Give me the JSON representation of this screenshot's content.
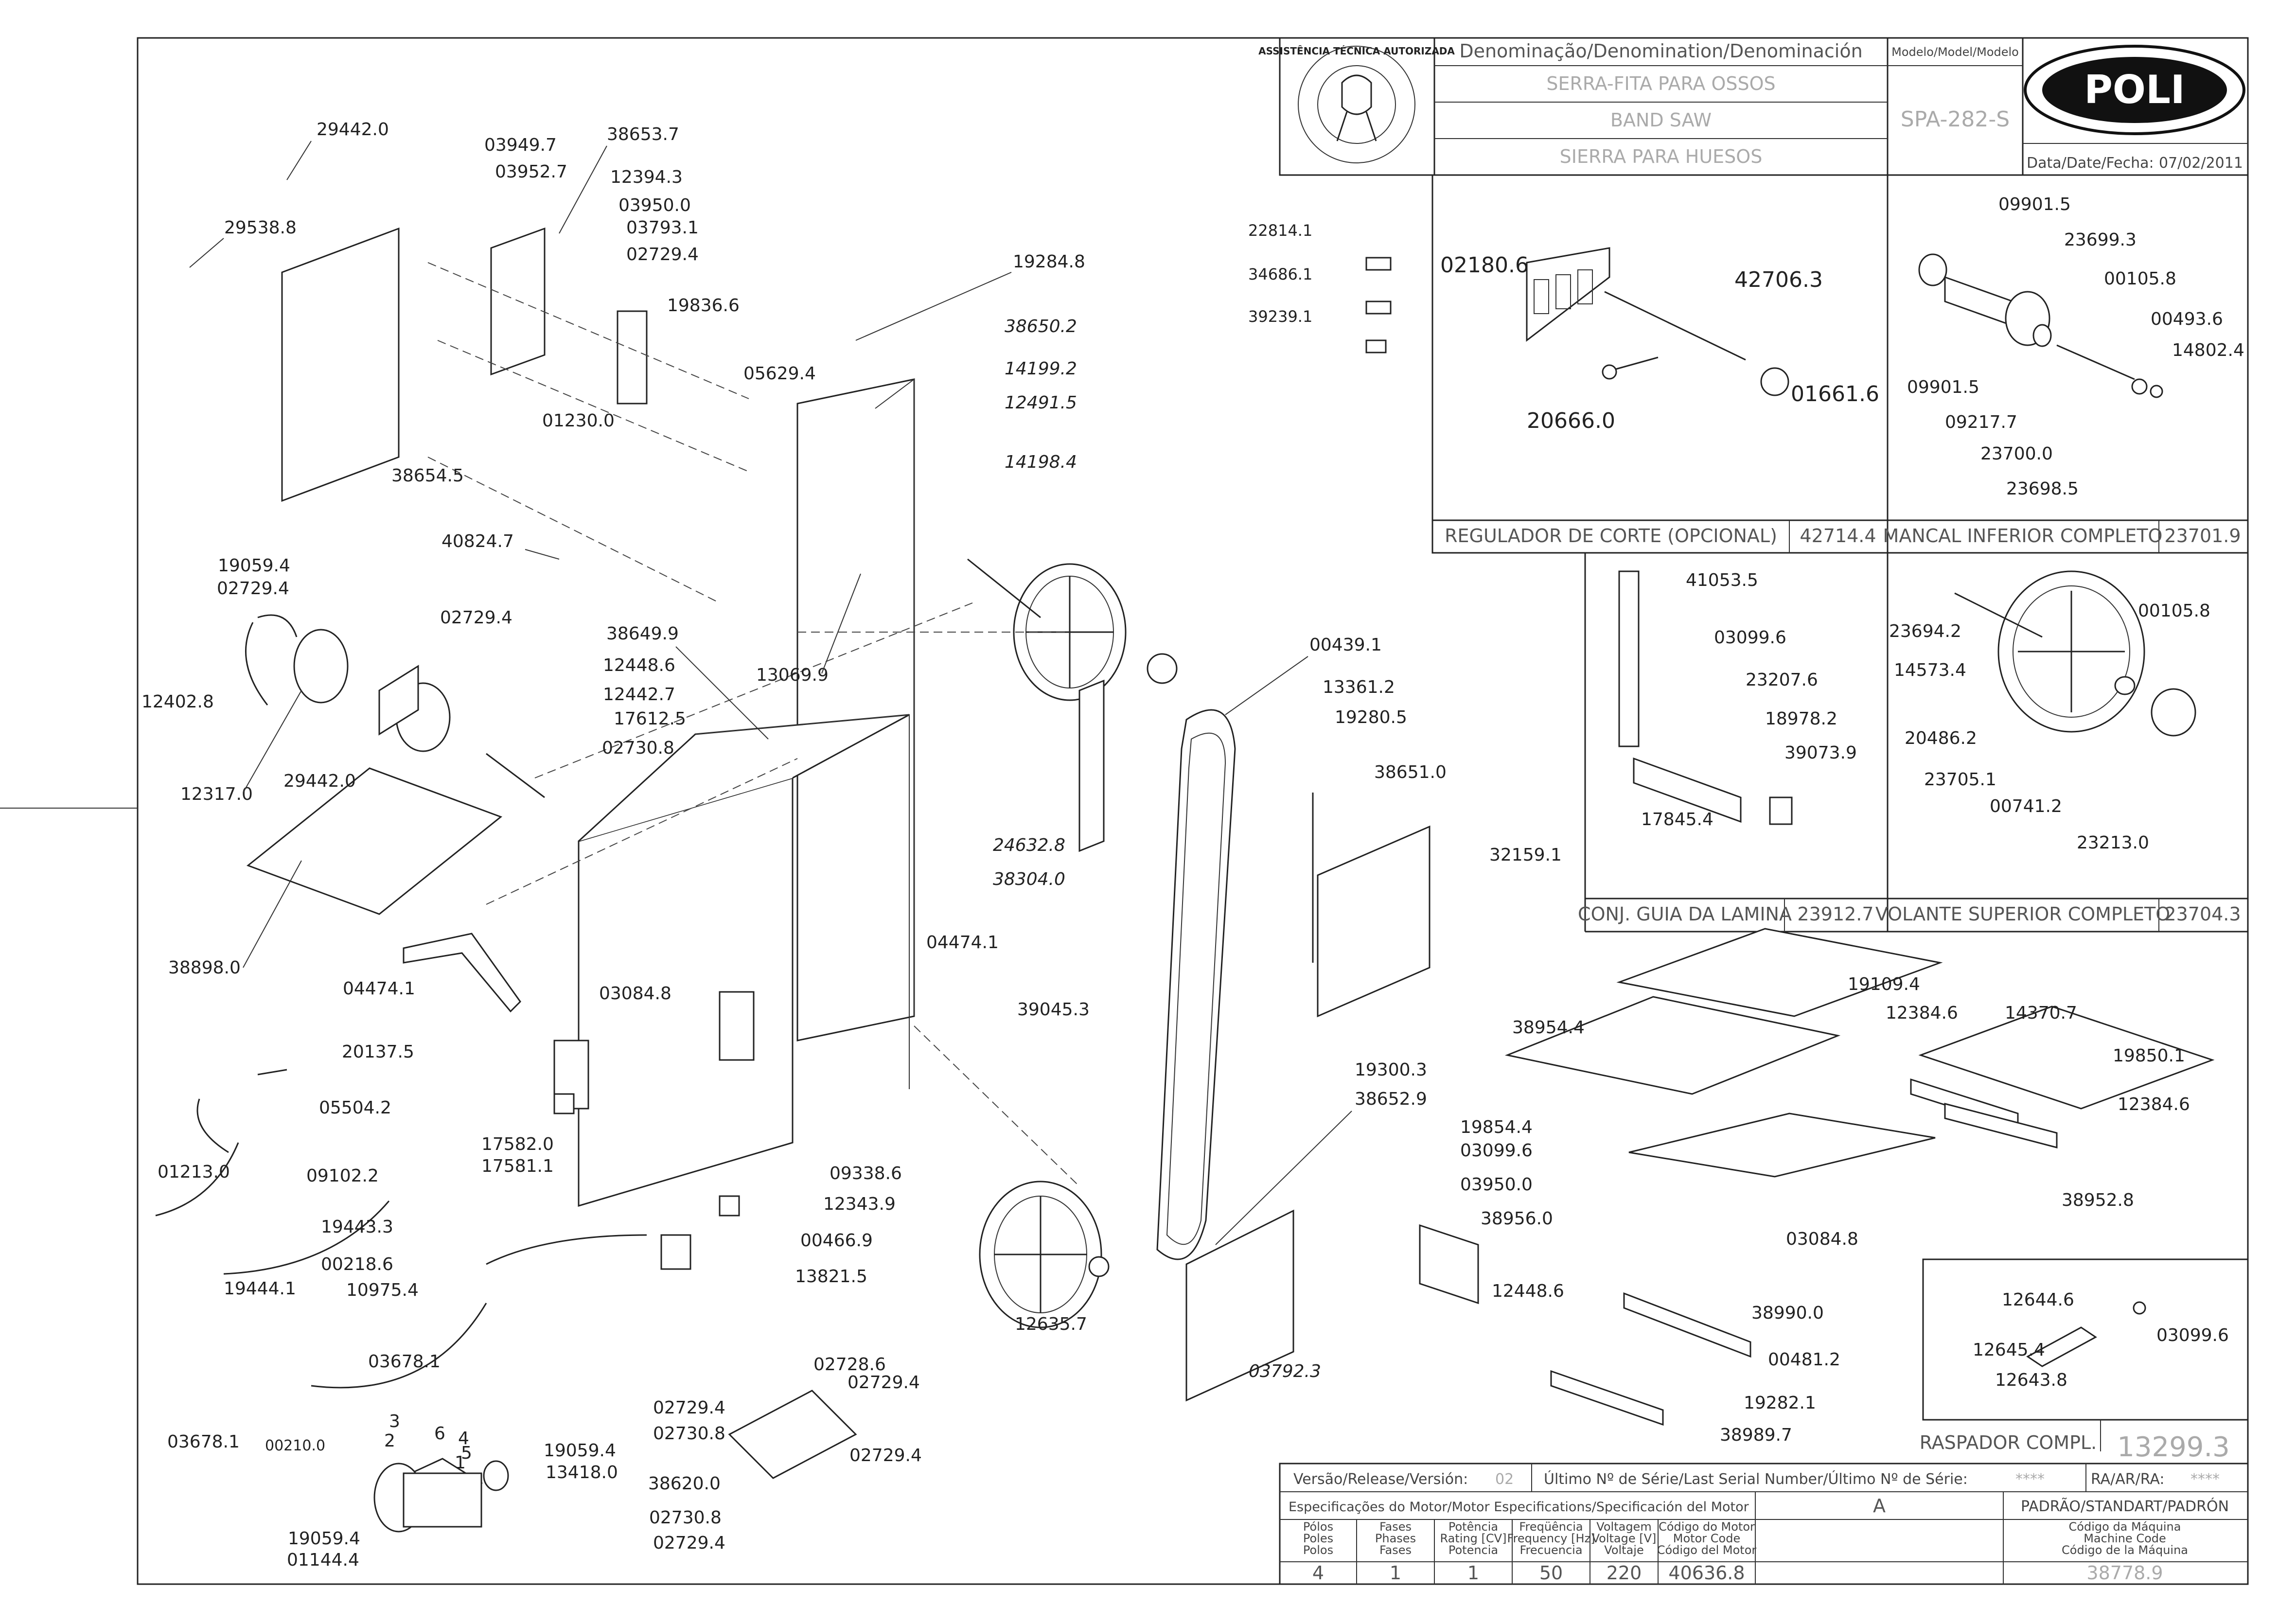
{
  "title_block": {
    "denomination_header": "Denominação/Denomination/Denominación",
    "model_header": "Modelo/Model/Modelo",
    "name_pt": "SERRA-FITA PARA OSSOS",
    "name_en": "BAND SAW",
    "name_es": "SIERRA PARA HUESOS",
    "model": "SPA-282-S",
    "date_label": "Data/Date/Fecha:",
    "date": "07/02/2011",
    "brand": "POLI",
    "seal_text": "ASSISTÊNCIA TÉCNICA AUTORIZADA"
  },
  "subassemblies": [
    {
      "name": "REGULADOR DE CORTE (OPCIONAL)",
      "code": "42714.4",
      "parts": [
        "02180.6",
        "42706.3",
        "20666.0",
        "01661.6"
      ]
    },
    {
      "name": "MANCAL INFERIOR COMPLETO",
      "code": "23701.9",
      "parts": [
        "09901.5",
        "23699.3",
        "00105.8",
        "00493.6",
        "14802.4",
        "09901.5",
        "09217.7",
        "23700.0",
        "23698.5"
      ]
    },
    {
      "name": "CONJ. GUIA DA LAMINA",
      "code": "23912.7",
      "parts": [
        "41053.5",
        "03099.6",
        "23207.6",
        "18978.2",
        "39073.9",
        "17845.4"
      ]
    },
    {
      "name": "VOLANTE SUPERIOR COMPLETO",
      "code": "23704.3",
      "parts": [
        "23694.2",
        "00105.8",
        "14573.4",
        "20486.2",
        "23705.1",
        "00741.2",
        "23213.0"
      ]
    },
    {
      "name": "RASPADOR COMPL.",
      "code": "13299.3",
      "parts": [
        "12644.6",
        "03099.6",
        "12645.4",
        "12643.8"
      ]
    }
  ],
  "main_labels": [
    "29442.0",
    "29538.8",
    "38654.5",
    "03949.7",
    "03952.7",
    "38653.7",
    "12394.3",
    "03950.0",
    "03793.1",
    "02729.4",
    "19836.6",
    "19284.8",
    "38650.2",
    "14199.2",
    "12491.5",
    "14198.4",
    "05629.4",
    "01230.0",
    "40824.7",
    "19059.4",
    "02729.4",
    "02729.4",
    "12402.8",
    "12317.0",
    "29442.0",
    "38898.0",
    "38649.9",
    "12448.6",
    "12442.7",
    "17612.5",
    "02730.8",
    "13069.9",
    "24632.8",
    "38304.0",
    "04474.1",
    "03084.8",
    "04474.1",
    "20137.5",
    "39045.3",
    "05504.2",
    "01213.0",
    "09102.2",
    "19444.1",
    "19443.3",
    "17582.0",
    "17581.1",
    "00218.6",
    "10975.4",
    "13821.5",
    "09338.6",
    "12343.9",
    "00466.9",
    "03678.1",
    "03678.1",
    "00210.0",
    "02728.6",
    "02729.4",
    "02729.4",
    "02730.8",
    "38620.0",
    "02729.4",
    "02730.8",
    "02729.4",
    "19059.4",
    "13418.0",
    "19059.4",
    "01144.4",
    "00439.1",
    "13361.2",
    "19280.5",
    "38651.0",
    "32159.1",
    "19300.3",
    "38652.9",
    "12635.7",
    "03792.3",
    "22814.1",
    "34686.1",
    "39239.1",
    "19109.4",
    "38954.4",
    "12384.6",
    "14370.7",
    "19850.1",
    "12384.6",
    "38952.8",
    "19854.4",
    "03099.6",
    "03950.0",
    "38956.0",
    "12448.6",
    "03084.8",
    "38990.0",
    "00481.2",
    "19282.1",
    "38989.7"
  ],
  "motor_wire_numbers": [
    "3",
    "6",
    "4",
    "2",
    "5",
    "1"
  ],
  "footer": {
    "release_label": "Versão/Release/Versión:",
    "release": "02",
    "serial_label": "Último Nº de Série/Last Serial Number/Último Nº de Série:",
    "serial": "****",
    "ra_label": "RA/AR/RA:",
    "ra": "****",
    "motor_spec_label": "Especificações do Motor/Motor Especifications/Specificación del Motor",
    "motor_variant": "A",
    "standard_label": "PADRÃO/STANDART/PADRÓN",
    "columns": [
      {
        "header": [
          "Pólos",
          "Poles",
          "Polos"
        ],
        "value": "4"
      },
      {
        "header": [
          "Fases",
          "Phases",
          "Fases"
        ],
        "value": "1"
      },
      {
        "header": [
          "Potência",
          "Rating [CV]",
          "Potencia"
        ],
        "value": "1"
      },
      {
        "header": [
          "Freqüência",
          "Frequency [Hz]",
          "Frecuencia"
        ],
        "value": "50"
      },
      {
        "header": [
          "Voltagem",
          "Voltage [V]",
          "Voltaje"
        ],
        "value": "220"
      },
      {
        "header": [
          "Código do Motor",
          "Motor Code",
          "Código del Motor"
        ],
        "value": "40636.8"
      },
      {
        "header": [
          "Código da Máquina",
          "Machine Code",
          "Código de la Máquina"
        ],
        "value": "38778.9"
      }
    ]
  }
}
